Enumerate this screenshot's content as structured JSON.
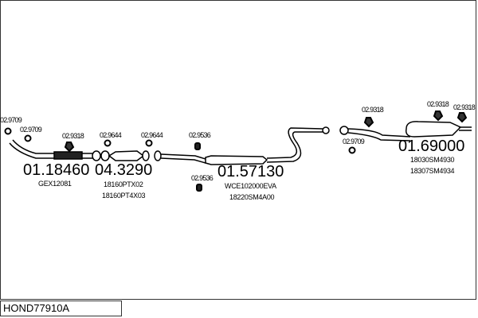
{
  "title": "HOND77910A",
  "parts": [
    {
      "number": "01.18460",
      "oem": [
        "GEX12081"
      ]
    },
    {
      "number": "04.3290",
      "oem": [
        "18160PTX02",
        "18160PT4X03"
      ]
    },
    {
      "number": "01.57130",
      "oem": [
        "WCE102000EVA",
        "18220SM4A00"
      ]
    },
    {
      "number": "01.69000",
      "oem": [
        "18030SM4930",
        "18307SM4934"
      ]
    }
  ],
  "accessories": [
    "02.9709",
    "02.9709",
    "02.9318",
    "02.9644",
    "02.9644",
    "02.9536",
    "02.9536",
    "02.9318",
    "02.9318",
    "02.9318",
    "02.9709"
  ]
}
